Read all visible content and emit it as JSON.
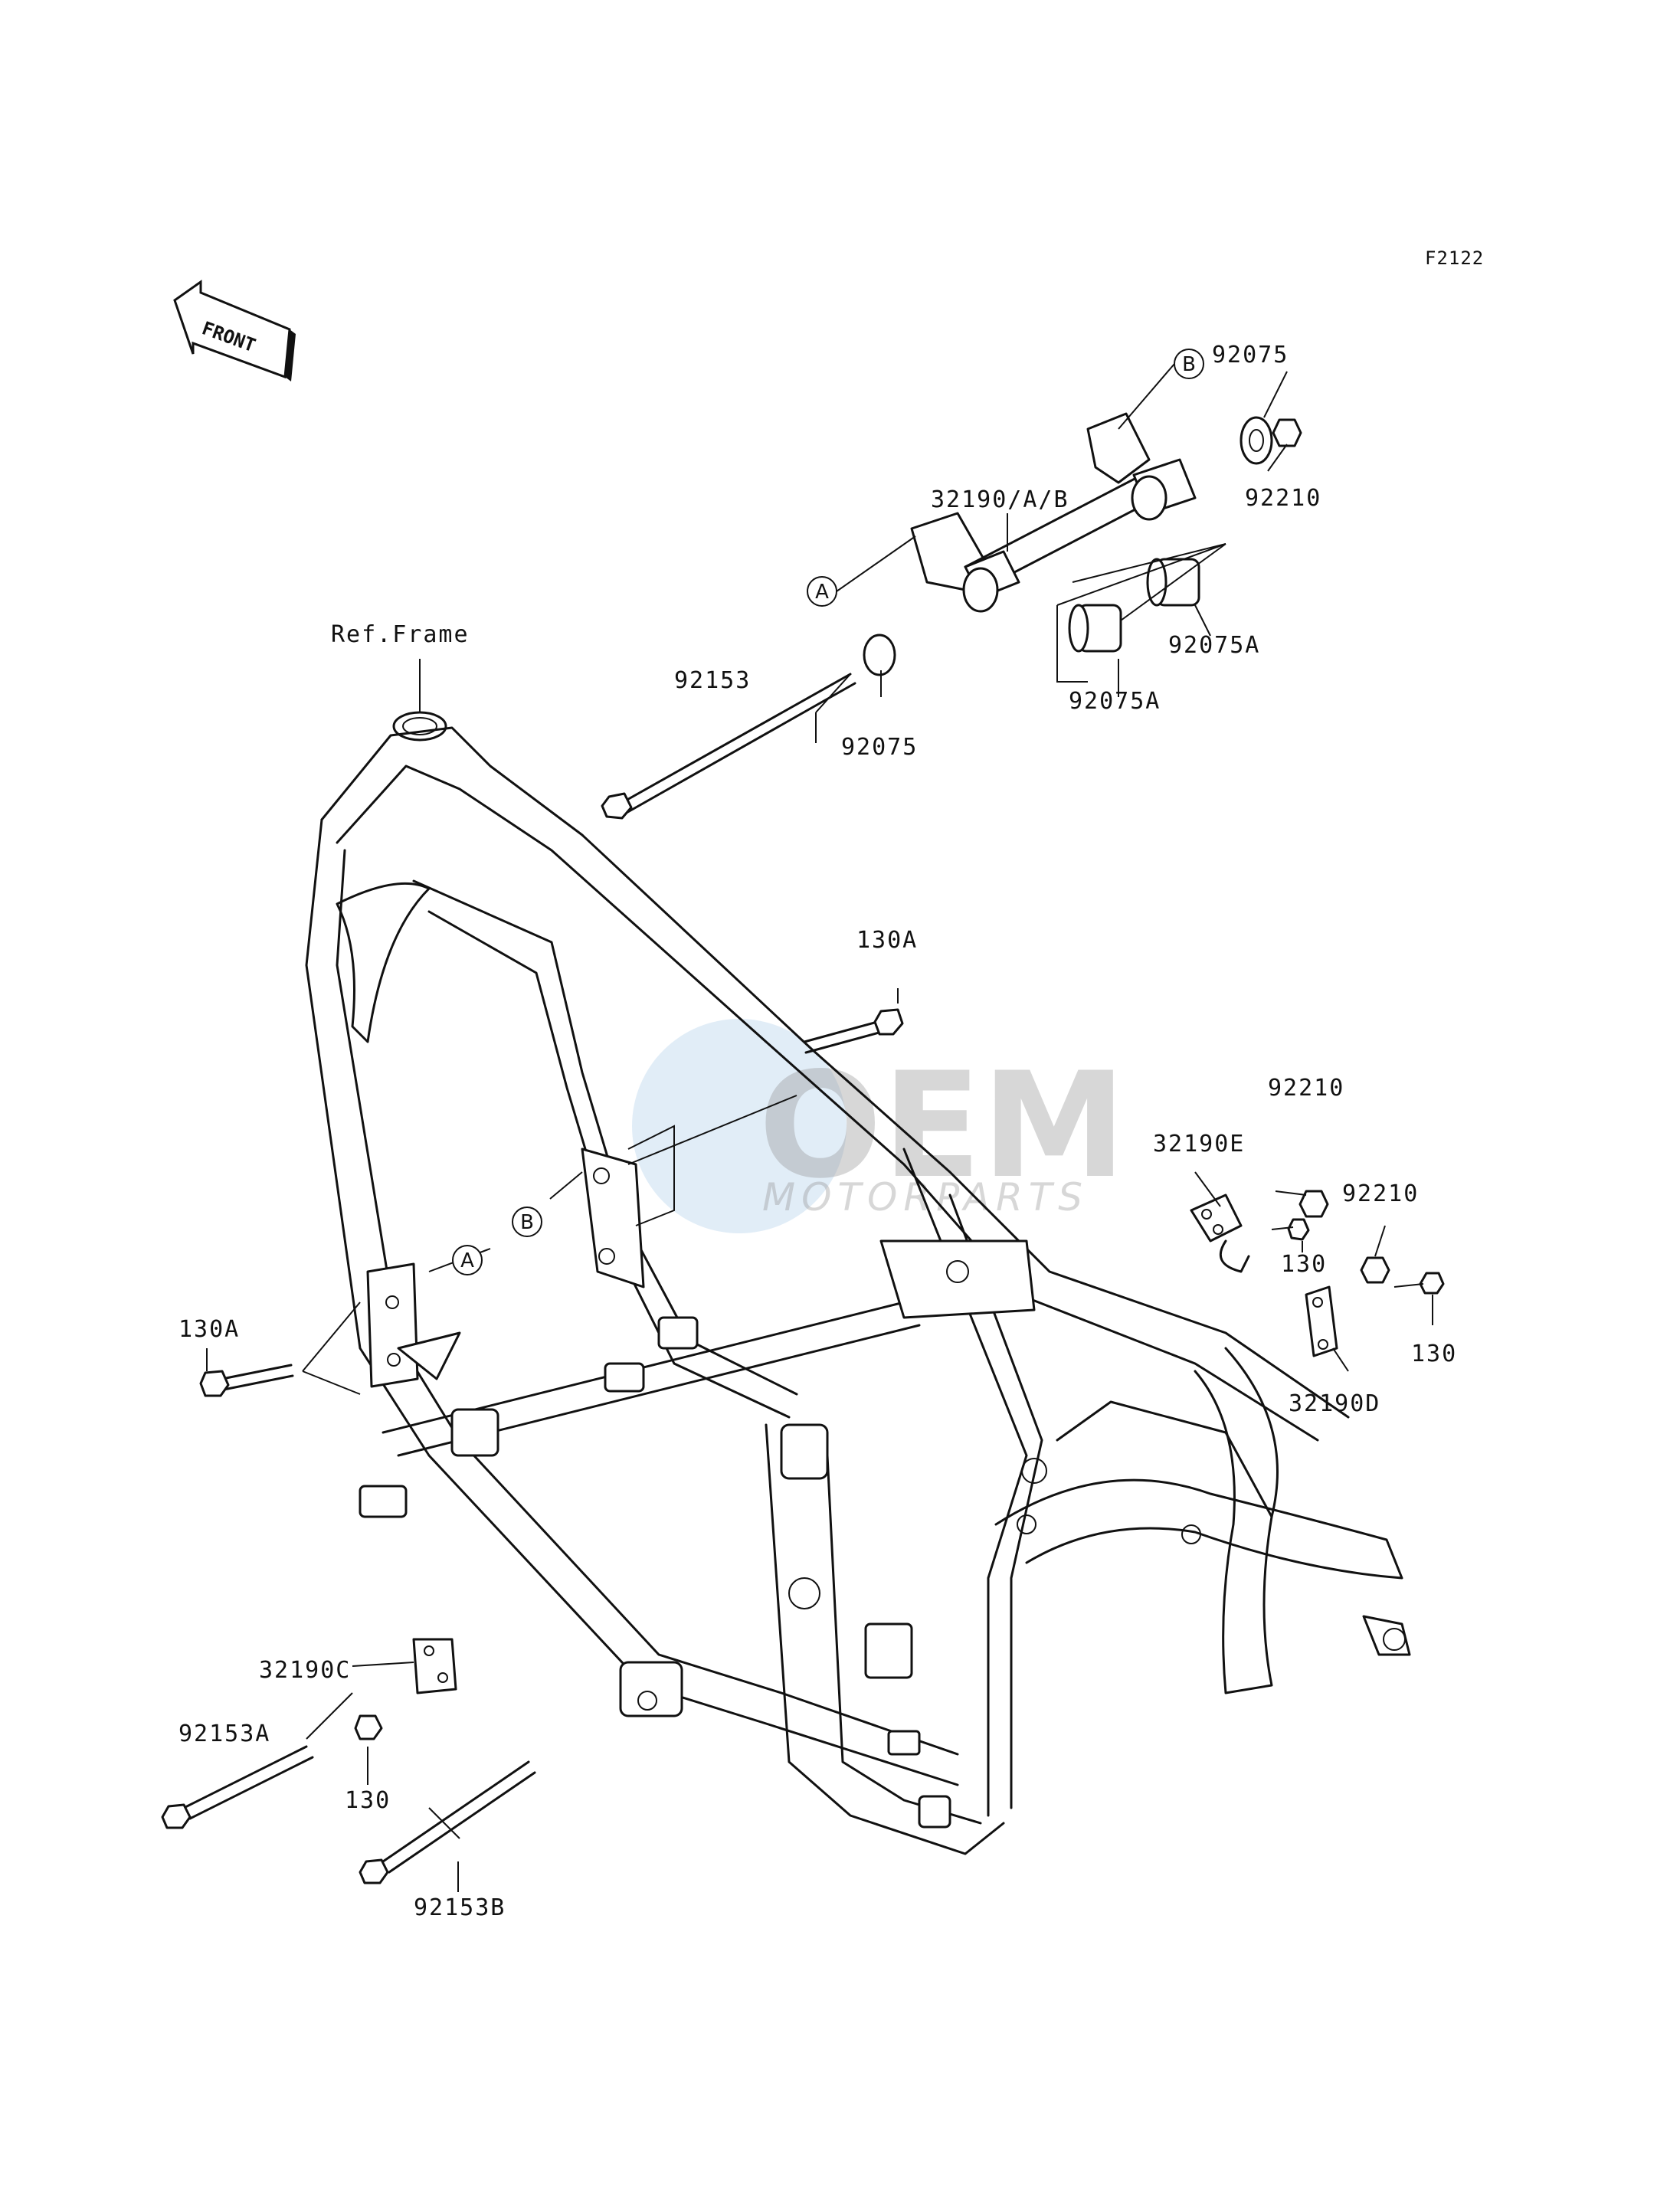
{
  "figure_code": "F2122",
  "front_arrow": {
    "label": "FRONT",
    "icon": "front-direction-arrow-icon"
  },
  "ref_frame": "Ref.Frame",
  "watermark": {
    "brand": "OEM",
    "sub": "MOTORPARTS"
  },
  "callouts": {
    "a": "A",
    "b": "B"
  },
  "parts": {
    "p92075_top": "92075",
    "p92210_top": "92210",
    "p32190_ab": "32190/A/B",
    "p92075a_1": "92075A",
    "p92075a_2": "92075A",
    "p92153": "92153",
    "p92075_bottom": "92075",
    "p130a_center": "130A",
    "p92210_mid": "92210",
    "p32190e": "32190E",
    "p92210_right": "92210",
    "p130_mid": "130",
    "p130_right": "130",
    "p32190d": "32190D",
    "p130a_left": "130A",
    "p32190c": "32190C",
    "p92153a": "92153A",
    "p130_bottom": "130",
    "p92153b": "92153B"
  }
}
